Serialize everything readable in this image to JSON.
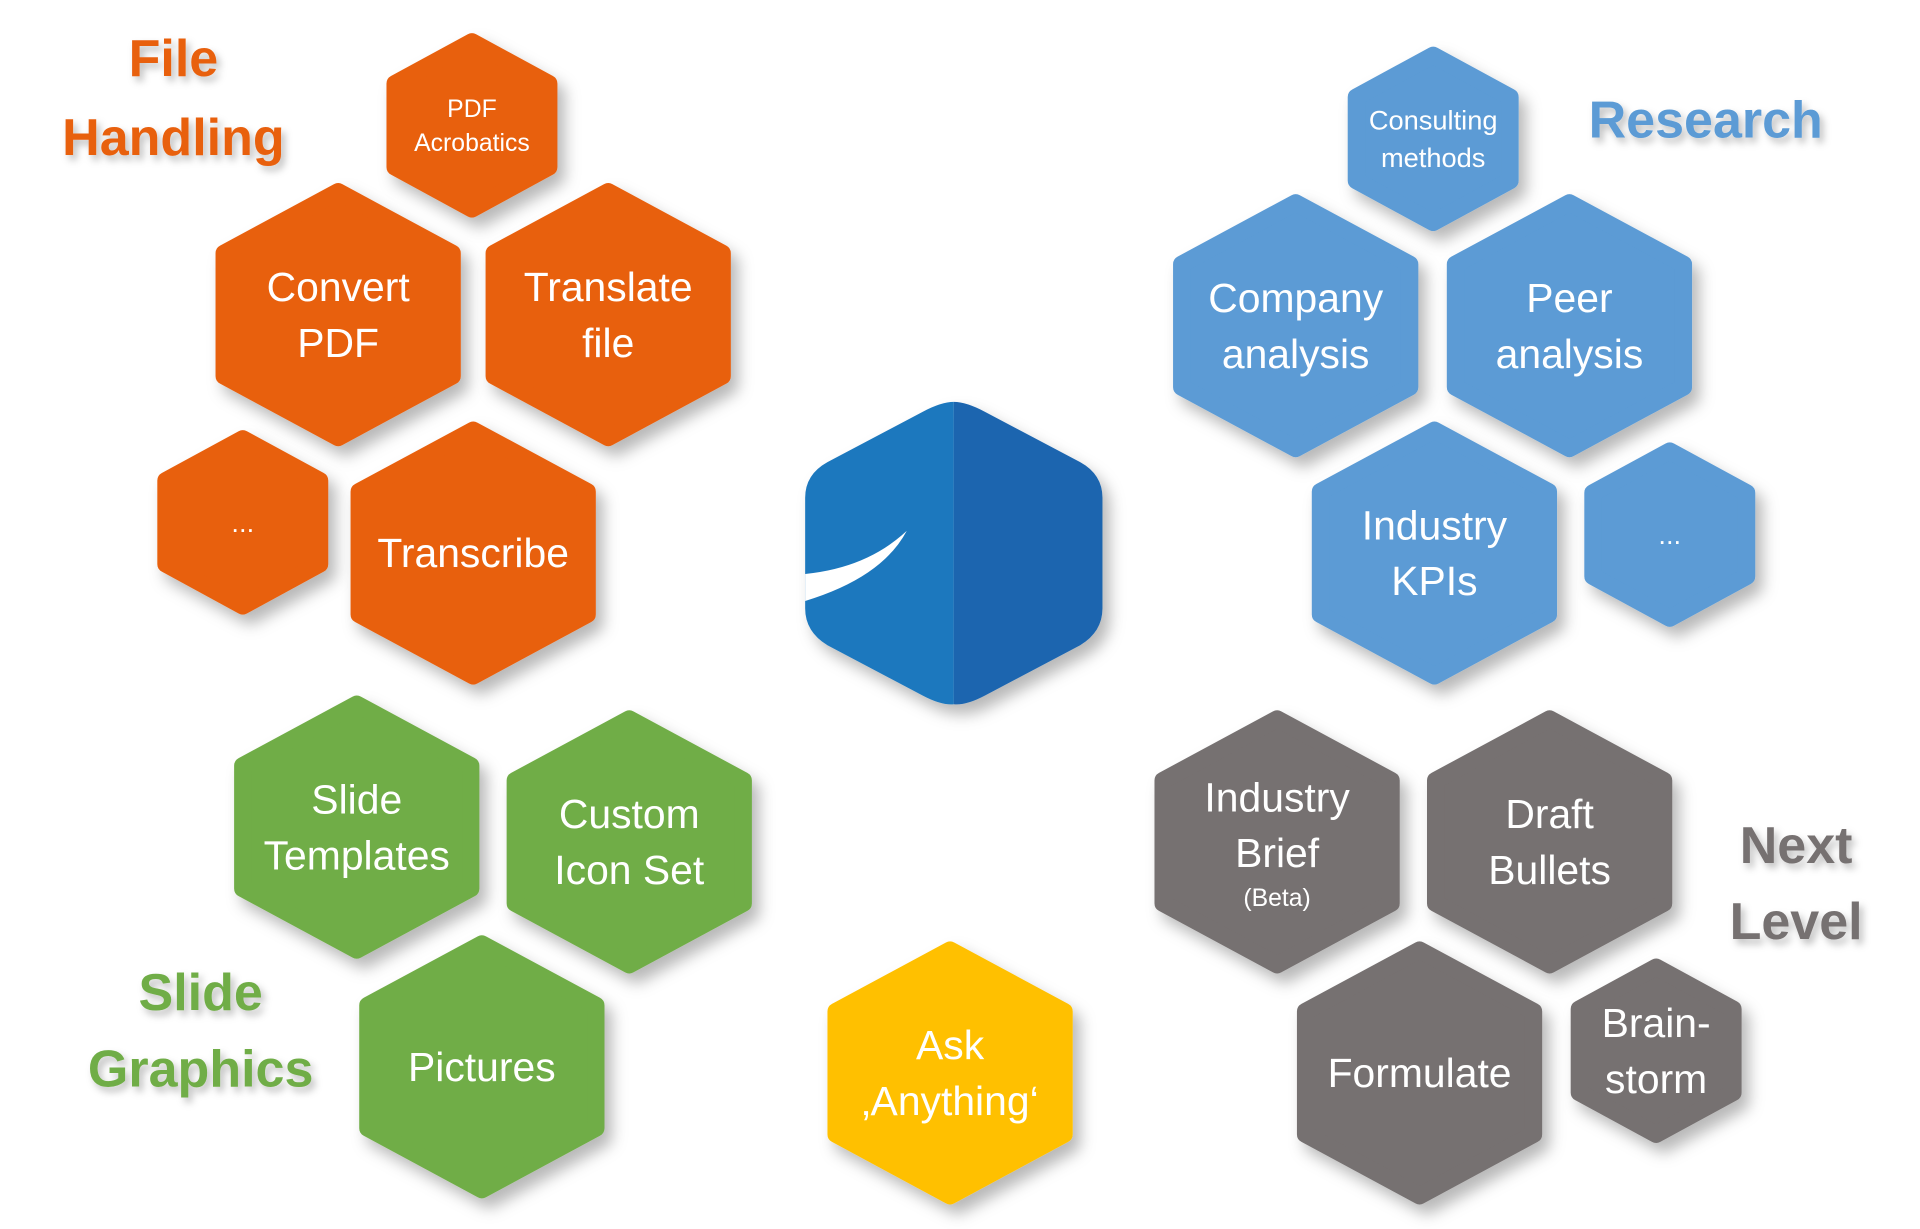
{
  "colors": {
    "orange": "#E8600F",
    "blue": "#5B9BD5",
    "green": "#70AD47",
    "yellow": "#FFC000",
    "gray": "#767171",
    "logo_left": "#1E78BE",
    "logo_right": "#1B65AF"
  },
  "groups": {
    "file_handling": {
      "title_lines": [
        "File",
        "Handling"
      ],
      "items": [
        {
          "lines": [
            "PDF",
            "Acrobatics"
          ]
        },
        {
          "lines": [
            "Convert",
            "PDF"
          ]
        },
        {
          "lines": [
            "Translate",
            "file"
          ]
        },
        {
          "lines": [
            "..."
          ]
        },
        {
          "lines": [
            "Transcribe"
          ]
        }
      ]
    },
    "research": {
      "title_lines": [
        "Research"
      ],
      "items": [
        {
          "lines": [
            "Consulting",
            "methods"
          ]
        },
        {
          "lines": [
            "Company",
            "analysis"
          ]
        },
        {
          "lines": [
            "Peer",
            "analysis"
          ]
        },
        {
          "lines": [
            "Industry",
            "KPIs"
          ]
        },
        {
          "lines": [
            "..."
          ]
        }
      ]
    },
    "slide_graphics": {
      "title_lines": [
        "Slide",
        "Graphics"
      ],
      "items": [
        {
          "lines": [
            "Slide",
            "Templates"
          ]
        },
        {
          "lines": [
            "Custom",
            "Icon Set"
          ]
        },
        {
          "lines": [
            "Pictures"
          ]
        }
      ]
    },
    "ask": {
      "items": [
        {
          "lines": [
            "Ask",
            "‚Anything‘"
          ]
        }
      ]
    },
    "next_level": {
      "title_lines": [
        "Next",
        "Level"
      ],
      "items": [
        {
          "lines": [
            "Industry",
            "Brief"
          ],
          "sub": "(Beta)"
        },
        {
          "lines": [
            "Draft",
            "Bullets"
          ]
        },
        {
          "lines": [
            "Formulate"
          ]
        },
        {
          "lines": [
            "Brain-",
            "storm"
          ]
        }
      ]
    }
  }
}
